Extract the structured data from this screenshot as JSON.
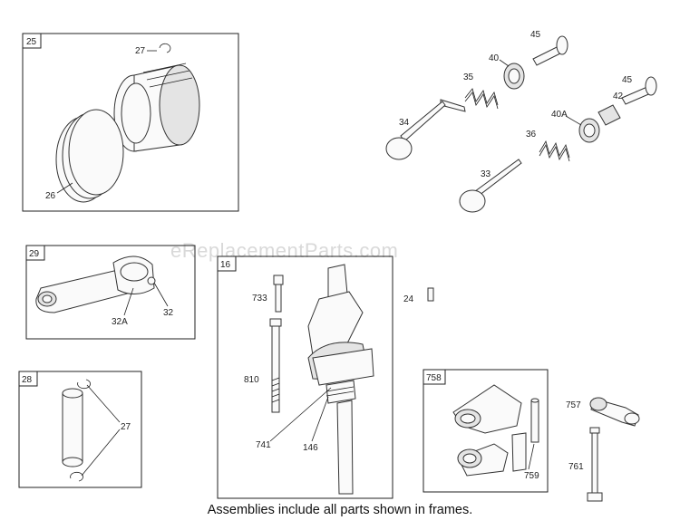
{
  "watermark": "eReplacementParts.com",
  "caption": "Assemblies include all parts shown in frames.",
  "frames": {
    "f25": "25",
    "f29": "29",
    "f16": "16",
    "f28": "28",
    "f758": "758"
  },
  "labels": {
    "p27a": "27",
    "p26": "26",
    "p45a": "45",
    "p40": "40",
    "p35": "35",
    "p34": "34",
    "p42": "42",
    "p45b": "45",
    "p40A": "40A",
    "p36": "36",
    "p33": "33",
    "p32A": "32A",
    "p32": "32",
    "p733": "733",
    "p810": "810",
    "p741": "741",
    "p146": "146",
    "p24": "24",
    "p27b": "27",
    "p757": "757",
    "p759": "759",
    "p761": "761"
  }
}
